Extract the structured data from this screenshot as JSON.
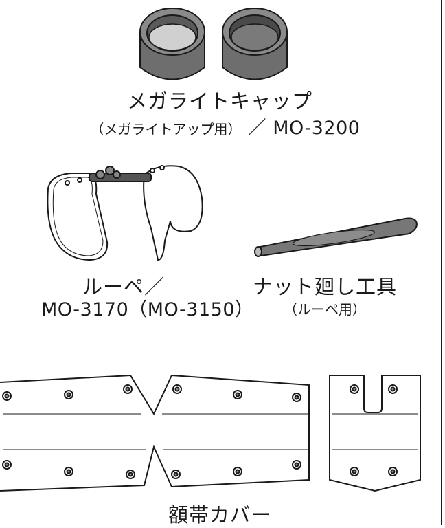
{
  "items": {
    "mega_light_cap": {
      "title": "メガライトキャップ",
      "subtitle": "（メガライトアップ用）",
      "model": "MO-3200"
    },
    "loupe": {
      "title": "ルーペ／",
      "model": "MO-3170（MO-3150）"
    },
    "nut_tool": {
      "title": "ナット廻し工具",
      "subtitle": "（ルーペ用）"
    },
    "headband_cover": {
      "title": "額帯カバー"
    }
  },
  "colors": {
    "line": "#1a1a1a",
    "cap_gray": "#6b6b6b",
    "cap_inner": "#bfbfbf"
  }
}
